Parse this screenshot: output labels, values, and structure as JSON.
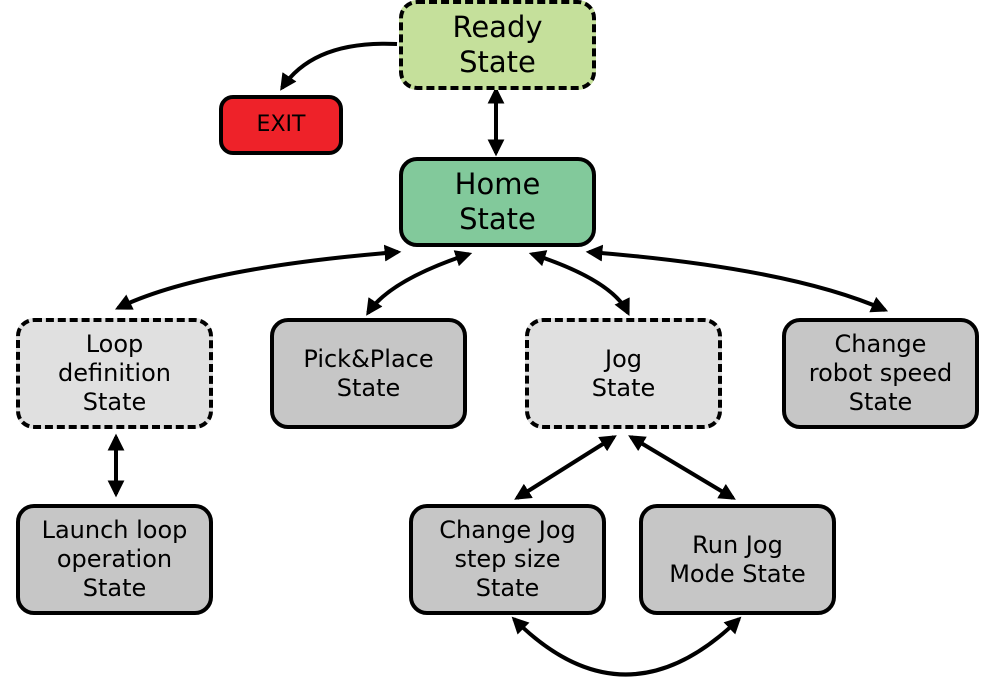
{
  "nodes": {
    "ready": {
      "line1": "Ready",
      "line2": "State",
      "color": "#c5e09b"
    },
    "exit": {
      "label": "EXIT",
      "color": "#ee2229"
    },
    "home": {
      "line1": "Home",
      "line2": "State",
      "color": "#82c99b"
    },
    "loop_def": {
      "line1": "Loop",
      "line2": "definition",
      "line3": "State",
      "color": "#e0e0e0"
    },
    "pick_place": {
      "line1": "Pick&Place",
      "line2": "State",
      "color": "#c6c6c6"
    },
    "jog": {
      "line1": "Jog",
      "line2": "State",
      "color": "#e0e0e0"
    },
    "change_speed": {
      "line1": "Change",
      "line2": "robot speed",
      "line3": "State",
      "color": "#c6c6c6"
    },
    "launch_loop": {
      "line1": "Launch loop",
      "line2": "operation",
      "line3": "State",
      "color": "#c6c6c6"
    },
    "change_jog_step": {
      "line1": "Change Jog",
      "line2": "step size",
      "line3": "State",
      "color": "#c6c6c6"
    },
    "run_jog": {
      "line1": "Run Jog",
      "line2": "Mode State",
      "color": "#c6c6c6"
    }
  },
  "edges": [
    {
      "from": "ready",
      "to": "exit",
      "direction": "forward"
    },
    {
      "from": "ready",
      "to": "home",
      "direction": "both"
    },
    {
      "from": "home",
      "to": "loop_def",
      "direction": "both"
    },
    {
      "from": "home",
      "to": "pick_place",
      "direction": "both"
    },
    {
      "from": "home",
      "to": "jog",
      "direction": "both"
    },
    {
      "from": "home",
      "to": "change_speed",
      "direction": "both"
    },
    {
      "from": "loop_def",
      "to": "launch_loop",
      "direction": "both"
    },
    {
      "from": "jog",
      "to": "change_jog_step",
      "direction": "both"
    },
    {
      "from": "jog",
      "to": "run_jog",
      "direction": "both"
    },
    {
      "from": "change_jog_step",
      "to": "run_jog",
      "direction": "both"
    }
  ],
  "colors": {
    "line": "#000000",
    "dashed_border": "#000000"
  }
}
